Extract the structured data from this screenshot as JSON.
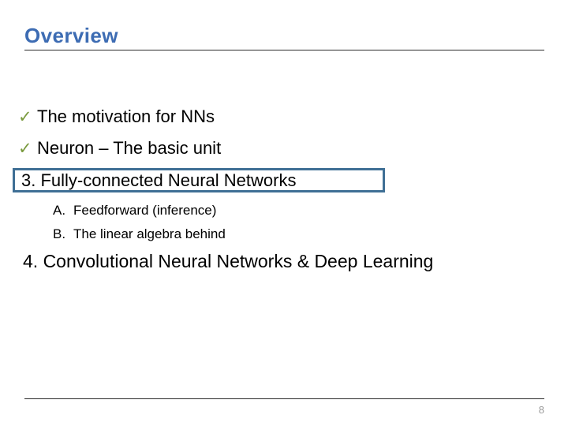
{
  "slide": {
    "title": "Overview",
    "page_number": "8",
    "accent_color": "#3D6CB3",
    "check_color": "#7A9A3E",
    "box_border_color": "#3F6F95",
    "rule_color": "#2b2b2b",
    "page_number_color": "#9b9b9b"
  },
  "outline": {
    "check_items": [
      {
        "marker": "✓",
        "marker_name": "check-icon",
        "text": "The motivation for NNs"
      },
      {
        "marker": "✓",
        "marker_name": "check-icon",
        "text": "Neuron – The basic unit"
      }
    ],
    "boxed_item": {
      "text": "3. Fully-connected Neural Networks"
    },
    "sub_items": [
      {
        "marker": "A.",
        "text": "Feedforward (inference)"
      },
      {
        "marker": "B.",
        "text": "The linear algebra behind"
      }
    ],
    "numbered_item": {
      "text": "4. Convolutional Neural Networks & Deep Learning"
    }
  }
}
